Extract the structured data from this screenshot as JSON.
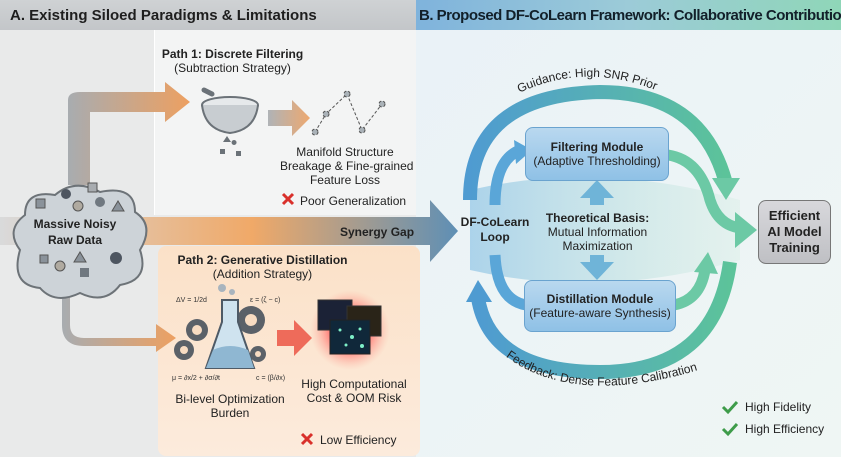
{
  "panel_a": {
    "title": "A. Existing Siloed Paradigms & Limitations",
    "source": {
      "line1": "Massive Noisy",
      "line2": "Raw Data"
    },
    "path1": {
      "title": "Path 1: Discrete Filtering",
      "subtitle": "(Subtraction Strategy)",
      "result": [
        "Manifold Structure",
        "Breakage & Fine-grained",
        "Feature Loss"
      ],
      "limitation": "Poor Generalization",
      "icons": [
        "strainer-icon",
        "broken-manifold-icon"
      ]
    },
    "path2": {
      "title": "Path 2: Generative Distillation",
      "subtitle": "(Addition Strategy)",
      "burden": [
        "Bi-level Optimization",
        "Burden"
      ],
      "result": [
        "High Computational",
        "Cost & OOM Risk"
      ],
      "limitation": "Low Efficiency",
      "icons": [
        "flask-gears-icon",
        "synthetic-images-icon"
      ]
    },
    "synergy_gap": "Synergy Gap"
  },
  "panel_b": {
    "title": "B. Proposed DF-CoLearn Framework: Collaborative Contributions",
    "loop": {
      "line1": "DF-CoLearn",
      "line2": "Loop"
    },
    "filtering": {
      "title": "Filtering Module",
      "subtitle": "(Adaptive Thresholding)"
    },
    "distillation": {
      "title": "Distillation Module",
      "subtitle": "(Feature-aware Synthesis)"
    },
    "theory": {
      "title": "Theoretical Basis:",
      "line1": "Mutual Information",
      "line2": "Maximization"
    },
    "guidance": "Guidance: High SNR Prior",
    "feedback": "Feedback: Dense Feature Calibration",
    "output": {
      "line1": "Efficient",
      "line2": "AI Model",
      "line3": "Training"
    },
    "benefits": [
      "High Fidelity",
      "High Efficiency"
    ]
  },
  "colors": {
    "negative": "#d9302b",
    "positive": "#3e9c4a",
    "orange": "#e8914a",
    "blue": "#4f9bd1",
    "green": "#5cc39a"
  }
}
